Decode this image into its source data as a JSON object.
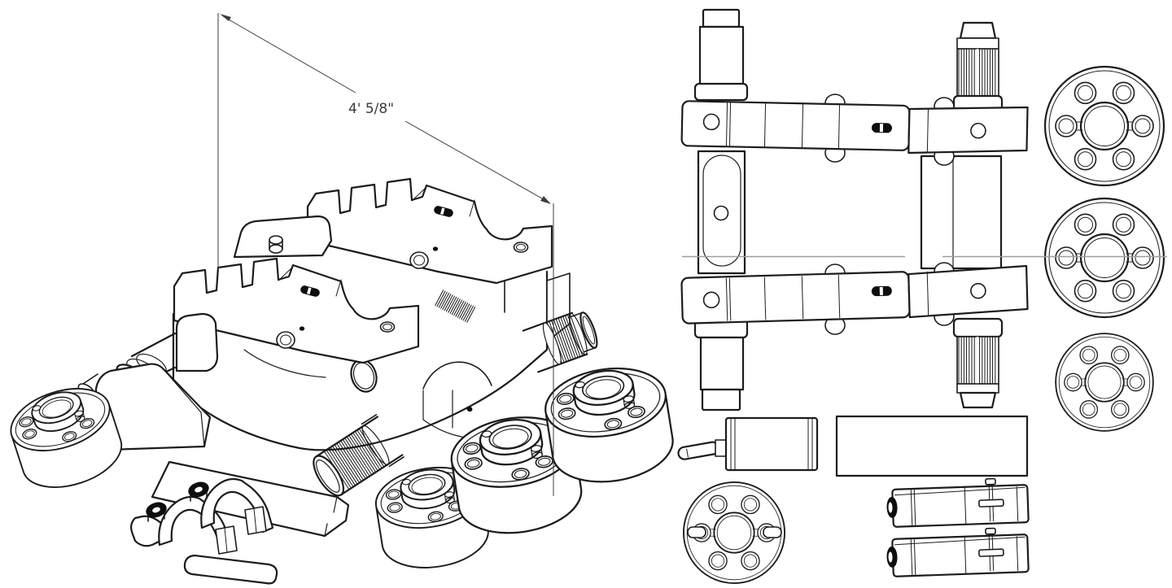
{
  "drawing": {
    "dimension_label": "4' 5/8\"",
    "colors": {
      "background": "#ffffff",
      "line": "#1c1c1c",
      "centerline": "#9e9e9e",
      "dimension_text": "#3c3c3c",
      "seal_black": "#0d0d0d"
    },
    "views": {
      "isometric_exploded": {
        "parts": [
          "serrated-jaw-upper",
          "serrated-jaw-lower",
          "pivot-boss",
          "clamp-body",
          "roller-cylinder",
          "wedge-block",
          "base-plate",
          "saddle-clamp",
          "o-ring-seal",
          "o-ring-seal",
          "knurled-screw",
          "knurled-thumb-screw",
          "flanged-hub",
          "flanged-hub",
          "flanged-hub",
          "flanged-hub"
        ]
      },
      "top_plan": {
        "parts": [
          "support-shaft",
          "threaded-knurled-shaft",
          "cross-bar",
          "cross-bar",
          "slide-block",
          "flanged-hub",
          "flanged-hub",
          "flanged-hub",
          "flanged-hub-with-plungers",
          "toggle-cylinder",
          "cover-plate",
          "pin-bar",
          "pin-bar",
          "centerline"
        ]
      }
    }
  }
}
